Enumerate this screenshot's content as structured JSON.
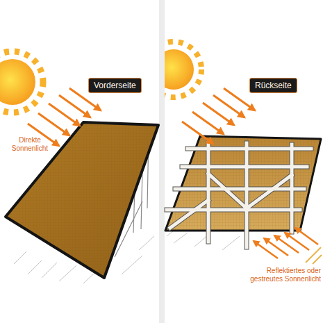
{
  "diagram": {
    "nodes": [
      {
        "text": [
          "Vorderseite"
        ]
      },
      {
        "text": [
          "Rückseite"
        ]
      }
    ],
    "labels": [
      "Direkte Sonnenlicht",
      "Reflektiertes oder gestreutes Sonnenlicht"
    ]
  }
}
